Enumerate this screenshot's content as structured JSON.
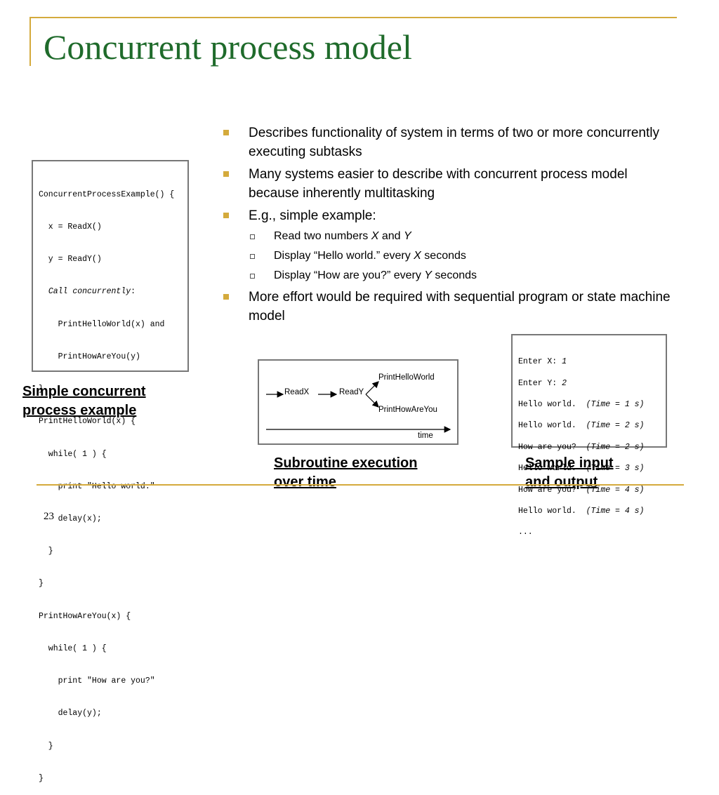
{
  "slide": {
    "title": "Concurrent process model",
    "page_number": "23"
  },
  "bullets": [
    {
      "text": "Describes functionality of system in terms of two or more concurrently executing subtasks"
    },
    {
      "text": "Many systems easier to describe with concurrent process model because inherently multitasking"
    },
    {
      "text": "E.g., simple example:"
    },
    {
      "text": "More effort would be required with sequential program or state machine model"
    }
  ],
  "sub_bullets": [
    {
      "pre": "Read two numbers ",
      "var1": "X",
      "mid": " and ",
      "var2": "Y",
      "post": ""
    },
    {
      "pre": "Display “Hello world.” every ",
      "var1": "X",
      "mid": " seconds",
      "var2": "",
      "post": ""
    },
    {
      "pre": "Display “How are you?” every ",
      "var1": "Y",
      "mid": " seconds",
      "var2": "",
      "post": ""
    }
  ],
  "code_lines": [
    "ConcurrentProcessExample() {",
    "  x = ReadX()",
    "  y = ReadY()",
    "  Call concurrently:",
    "    PrintHelloWorld(x) and",
    "    PrintHowAreYou(y)",
    "}",
    "PrintHelloWorld(x) {",
    "  while( 1 ) {",
    "    print \"Hello world.\"",
    "    delay(x);",
    "  }",
    "}",
    "PrintHowAreYou(x) {",
    "  while( 1 ) {",
    "    print \"How are you?\"",
    "    delay(y);",
    "  }",
    "}"
  ],
  "code_italic_part": "Call concurrently",
  "captions": {
    "code": [
      "Simple concurrent",
      "process example"
    ],
    "diagram": [
      "Subroutine execution",
      "over time"
    ],
    "sample": [
      "Sample input",
      "and output"
    ]
  },
  "diagram": {
    "readx": "ReadX",
    "ready": "ReadY",
    "hello": "PrintHelloWorld",
    "howare": "PrintHowAreYou",
    "time": "time"
  },
  "sample_lines": [
    {
      "text": "Enter X: ",
      "italic": "1"
    },
    {
      "text": "Enter Y: ",
      "italic": "2"
    },
    {
      "text": "Hello world.  ",
      "italic": "(Time = 1 s)"
    },
    {
      "text": "Hello world.  ",
      "italic": "(Time = 2 s)"
    },
    {
      "text": "How are you?  ",
      "italic": "(Time = 2 s)"
    },
    {
      "text": "Hello world.  ",
      "italic": "(Time = 3 s)"
    },
    {
      "text": "How are you?  ",
      "italic": "(Time = 4 s)"
    },
    {
      "text": "Hello world.  ",
      "italic": "(Time = 4 s)"
    },
    {
      "text": "...",
      "italic": ""
    }
  ],
  "colors": {
    "title": "#1f6b2b",
    "accent": "#d4aa3c"
  }
}
